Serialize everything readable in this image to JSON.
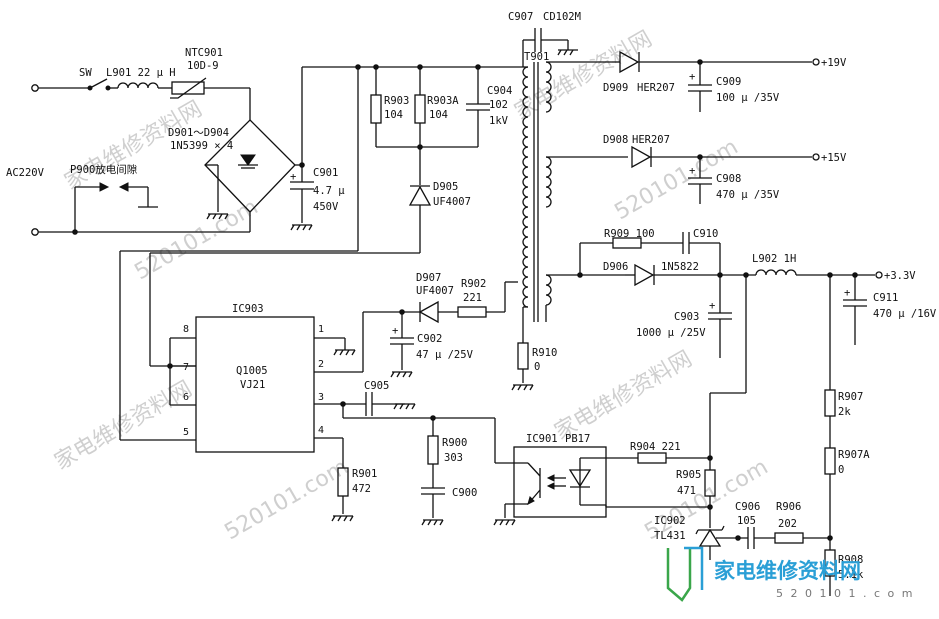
{
  "components": {
    "sw": {
      "ref": "SW"
    },
    "l901": {
      "ref": "L901",
      "value": "22 μ H"
    },
    "ntc901": {
      "ref": "NTC901",
      "value": "10D-9"
    },
    "bridge": {
      "ref": "D901～D904",
      "value": "1N5399 × 4"
    },
    "c901": {
      "ref": "C901",
      "value": "4.7 μ",
      "voltage": "450V"
    },
    "r903": {
      "ref": "R903",
      "value": "104"
    },
    "r903a": {
      "ref": "R903A",
      "value": "104"
    },
    "c904": {
      "ref": "C904",
      "value": "102",
      "voltage": "1kV"
    },
    "c907": {
      "ref": "C907",
      "value": "CD102M"
    },
    "t901": {
      "ref": "T901"
    },
    "d909": {
      "ref": "D909",
      "value": "HER207"
    },
    "c909": {
      "ref": "C909",
      "value": "100 μ /35V"
    },
    "d908": {
      "ref": "D908",
      "value": "HER207"
    },
    "c908": {
      "ref": "C908",
      "value": "470 μ /35V"
    },
    "d905": {
      "ref": "D905",
      "value": "UF4007"
    },
    "d907": {
      "ref": "D907",
      "value": "UF4007"
    },
    "r902": {
      "ref": "R902",
      "value": "221"
    },
    "c902": {
      "ref": "C902",
      "value": "47 μ /25V"
    },
    "r910": {
      "ref": "R910",
      "value": "0"
    },
    "r909": {
      "ref": "R909",
      "value": "100"
    },
    "c910": {
      "ref": "C910"
    },
    "d906": {
      "ref": "D906",
      "value": "1N5822"
    },
    "c903": {
      "ref": "C903",
      "value": "1000 μ /25V"
    },
    "l902": {
      "ref": "L902",
      "value": "1H"
    },
    "c911": {
      "ref": "C911",
      "value": "470 μ /16V"
    },
    "ic903": {
      "ref": "IC903",
      "part": "Q1005",
      "marking": "VJ21",
      "pins": [
        "1",
        "2",
        "3",
        "4",
        "5",
        "6",
        "7",
        "8"
      ]
    },
    "c905": {
      "ref": "C905"
    },
    "r900": {
      "ref": "R900",
      "value": "303"
    },
    "c900": {
      "ref": "C900"
    },
    "r901": {
      "ref": "R901",
      "value": "472"
    },
    "ic901": {
      "ref": "IC901",
      "value": "PB17"
    },
    "r904": {
      "ref": "R904",
      "value": "221"
    },
    "r905": {
      "ref": "R905",
      "value": "471"
    },
    "r907": {
      "ref": "R907",
      "value": "2k"
    },
    "r907a": {
      "ref": "R907A",
      "value": "0"
    },
    "c906": {
      "ref": "C906",
      "value": "105"
    },
    "r906": {
      "ref": "R906",
      "value": "202"
    },
    "ic902": {
      "ref": "IC902",
      "value": "TL431"
    },
    "r908": {
      "ref": "R908",
      "value": "5.1k"
    }
  },
  "labels": {
    "ac_input": "AC220V",
    "p900": "P900放电间隙",
    "out_19v": "+19V",
    "out_15v": "+15V",
    "out_3v3": "+3.3V"
  },
  "watermark": {
    "cn": "家电维修资料网",
    "num": "520101.com"
  },
  "logo": {
    "cn": "家电维修资料网",
    "url": "5 2 0 1 0 1 . c o m"
  },
  "colors": {
    "ink": "#111111",
    "logo_blue": "#2a9fd6",
    "logo_green": "#3aa64a",
    "watermark": "#cfcfcf"
  }
}
